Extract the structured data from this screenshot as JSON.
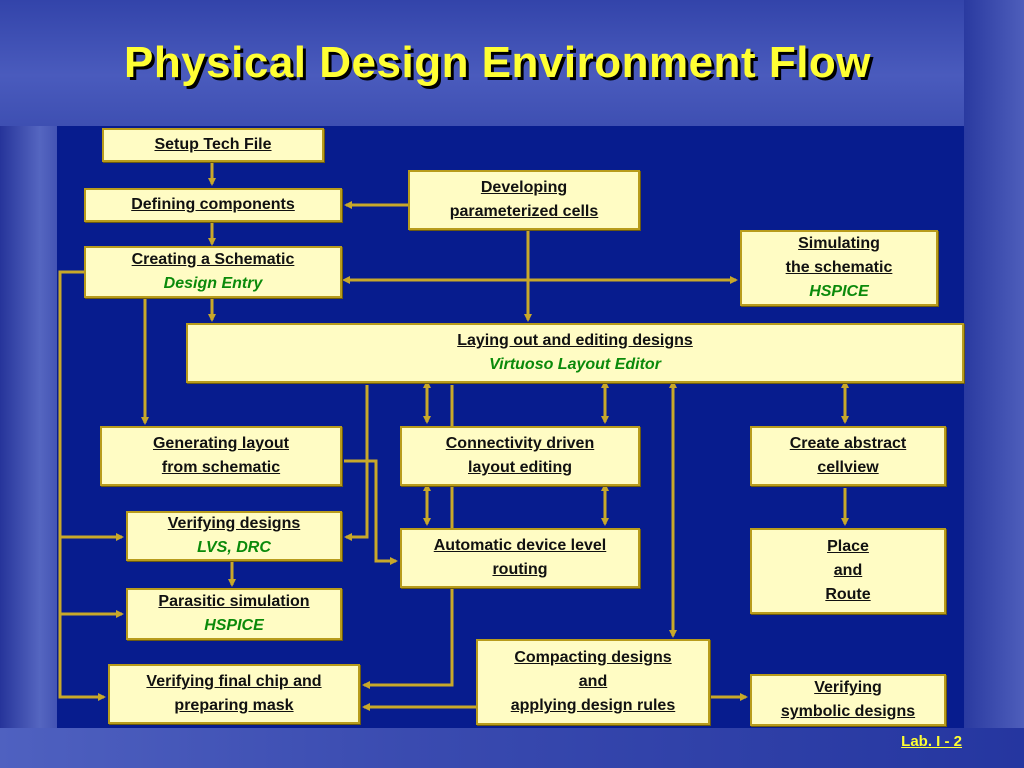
{
  "title": "Physical Design Environment Flow",
  "footer": "Lab. I - 2",
  "boxes": {
    "setup_tech_file": {
      "lines": [
        "Setup Tech File"
      ]
    },
    "defining_components": {
      "lines": [
        "Defining components"
      ]
    },
    "developing_pcells": {
      "lines": [
        "Developing",
        "parameterized cells"
      ]
    },
    "creating_schematic": {
      "line1": "Creating a Schematic",
      "tool": "Design Entry"
    },
    "simulating_schematic": {
      "line1": "Simulating",
      "line2": "the schematic",
      "tool": "HSPICE"
    },
    "layout_editing": {
      "line1": "Laying out and editing designs",
      "tool": "Virtuoso Layout Editor"
    },
    "generating_layout": {
      "line1": "Generating layout",
      "line2": "from schematic"
    },
    "connectivity_driven": {
      "line1": "Connectivity driven",
      "line2": "layout editing"
    },
    "create_abstract": {
      "line1": "Create abstract",
      "line2": "cellview"
    },
    "verifying_designs": {
      "line1": "Verifying designs",
      "tool": "LVS, DRC"
    },
    "auto_routing": {
      "line1": "Automatic device level",
      "line2": "routing"
    },
    "place_route": {
      "line1": "Place",
      "line2": "and",
      "line3": "Route"
    },
    "parasitic_sim": {
      "line1": "Parasitic simulation",
      "tool": "HSPICE"
    },
    "compacting": {
      "line1": "Compacting designs",
      "line2": "and",
      "line3": "applying design rules"
    },
    "verifying_final": {
      "line1": "Verifying final chip and",
      "line2": "preparing mask"
    },
    "verifying_symbolic": {
      "line1": "Verifying",
      "line2": "symbolic designs"
    }
  },
  "colors": {
    "background": "#071c8e",
    "box_fill": "#fffcc4",
    "connector": "#c8a82a",
    "title": "#ffff33",
    "tool_text": "#0b8a0b"
  }
}
